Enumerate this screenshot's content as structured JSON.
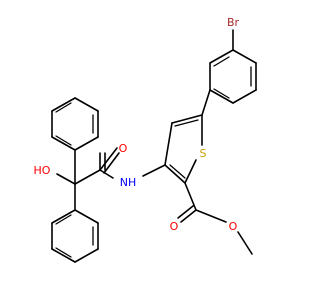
{
  "molecule": {
    "atom_labels": {
      "br": "Br",
      "s": "S",
      "oh": "HO",
      "nh": "NH",
      "o_amide": "O",
      "o_carbonyl": "O",
      "o_ester": "O"
    },
    "colors": {
      "bond": "#000000",
      "bromine": "#a52a2a",
      "sulfur": "#c8a000",
      "oxygen": "#ff0000",
      "nitrogen": "#0000ff"
    }
  }
}
